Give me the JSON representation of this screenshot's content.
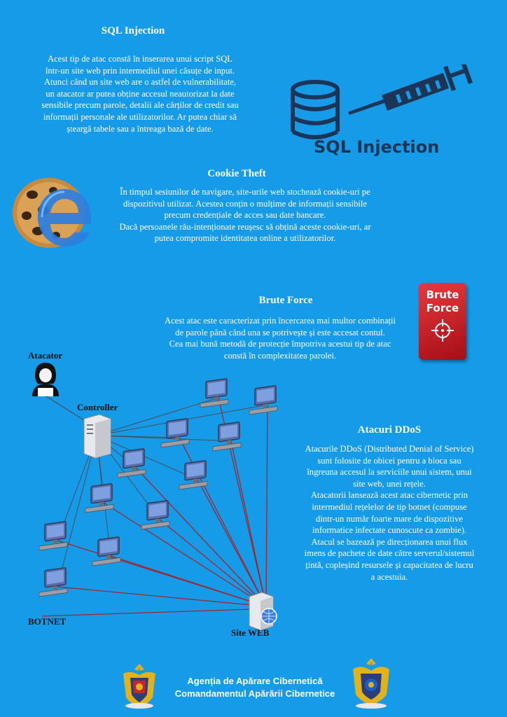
{
  "sql": {
    "title": "SQL Injection",
    "lines": [
      "Acest tip de atac constă în inserarea unui script SQL",
      "într-un site web prin intermediul unei căsuțe de input.",
      "Atunci când un site web are o astfel de vulnerabilitate,",
      "un atacator ar putea obține accesul neautorizat la date",
      "sensibile precum parole, detalii ale cărților de credit sau",
      "informații personale ale utilizatorilor. Ar putea chiar să",
      "șteargă tabele sau a întreaga bază de date."
    ],
    "graphic_label": "SQL Injection",
    "icons": [
      "database-icon",
      "syringe-icon"
    ]
  },
  "cookie": {
    "title": "Cookie Theft",
    "lines": [
      "În timpul sesiunilor de navigare, site-urile web stochează cookie-uri pe",
      "dispozitivul utilizat. Acestea conțin o mulțime de informații sensibile",
      "precum credențiale de acces sau date bancare.",
      "Dacă persoanele rău-intenționate reușesc să obțină aceste cookie-uri, ar",
      "putea compromite identitatea online a utilizatorilor."
    ],
    "icons": [
      "cookie-icon",
      "browser-e-icon"
    ]
  },
  "brute": {
    "title": "Brute Force",
    "lines": [
      "Acest atac este caracterizat prin încercarea mai multor combinații",
      "de parole până când una se potrivește și este accesat contul.",
      "Cea mai bună metodă de protecție împotriva acestui tip de atac",
      "constă în complexitatea parolei."
    ],
    "badge_line1": "Brute",
    "badge_line2": "Force",
    "icons": [
      "target-icon"
    ]
  },
  "ddos": {
    "title": "Atacuri DDoS",
    "lines": [
      "Atacurile DDoS (Distributed Denial of Service)",
      "sunt folosite de obicei pentru a bloca sau",
      "îngreuna accesul la serviciile unui sistem, unui",
      "site web, unei rețele.",
      "Atacatorii lansează acest atac cibernetic prin",
      "intermediul rețelelor de tip botnet (compuse",
      "dintr-un număr foarte mare de dispozitive",
      "informatice infectate cunoscute ca zombie).",
      "Atacul se bazează pe direcționarea unui flux",
      "imens de pachete de date către serverul/sistemul",
      "țintă, copleșind resursele și capacitatea de lucru",
      "a acestuia."
    ],
    "diagram": {
      "attacker": "Atacator",
      "controller": "Controller",
      "botnet": "BOTNET",
      "site": "Site WEB"
    }
  },
  "footer": {
    "line1": "Agenția de Apărare Cibernetică",
    "line2": "Comandamentul Apărării Cibernetice",
    "icons": [
      "emblem-left-icon",
      "emblem-right-icon"
    ]
  },
  "colors": {
    "background": "#169be8",
    "navy": "#1b3557",
    "badge_red": "#c8141e",
    "line_grey": "#4a4e58",
    "line_red": "#a3242c"
  }
}
